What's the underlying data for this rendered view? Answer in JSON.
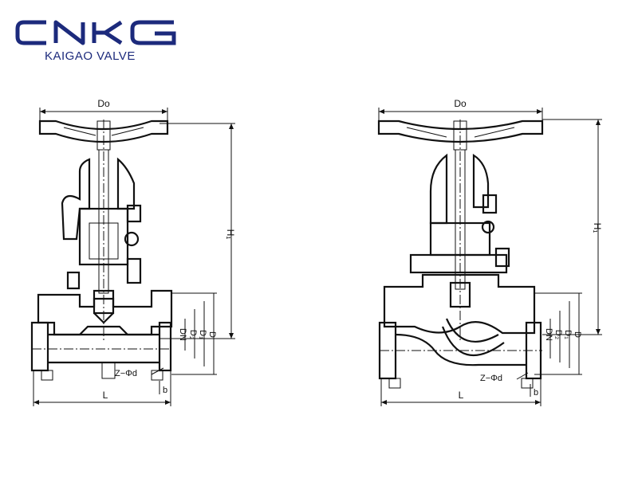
{
  "brand": {
    "logo_text": "CNKG",
    "subtitle": "KAIGAO VALVE",
    "color": "#1c2a7c"
  },
  "left_drawing": {
    "labels": {
      "do": "Do",
      "h1": "H₁",
      "dn": "DN",
      "d2": "D₂",
      "d1": "D₁",
      "d": "D",
      "z_phi_d": "Z−Φd",
      "b": "b",
      "l": "L"
    }
  },
  "right_drawing": {
    "labels": {
      "do": "Do",
      "h1": "H₁",
      "dn": "DN",
      "d2": "D₂",
      "d1": "D₁",
      "d": "D",
      "z_phi_d": "Z−Φd",
      "b": "b",
      "l": "L"
    }
  }
}
